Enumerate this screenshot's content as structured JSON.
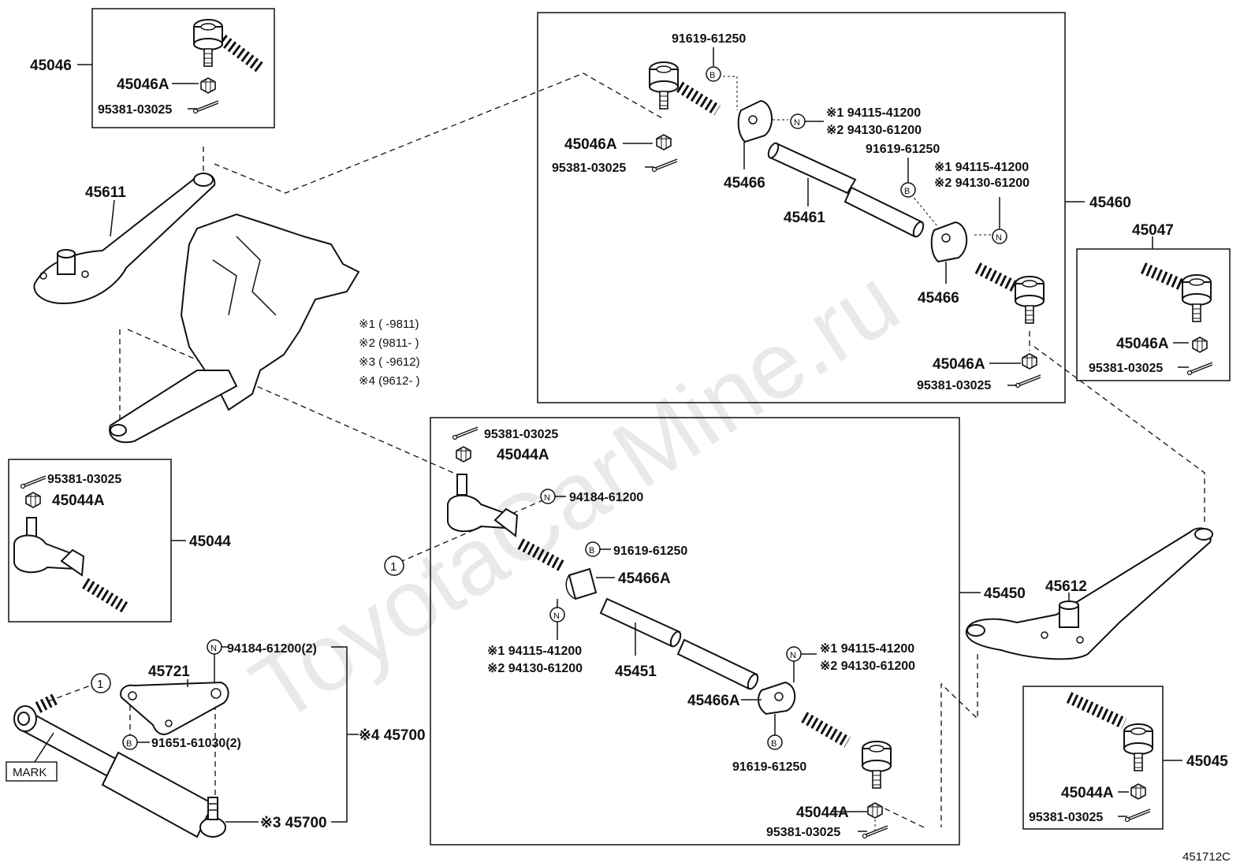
{
  "watermark": "ToyotaCarMine.ru",
  "diagram_code": "451712C",
  "notes": [
    "※1 (      -9811)",
    "※2 (9811-      )",
    "※3 (      -9612)",
    "※4 (9612-      )"
  ],
  "mark_label": "MARK",
  "circle_one": "1",
  "symbols": {
    "b": "B",
    "n": "N"
  },
  "parts": {
    "p45046": "45046",
    "p45046a": "45046A",
    "p95381": "95381-03025",
    "p45611": "45611",
    "p91619": "91619-61250",
    "p45466": "45466",
    "p45461": "45461",
    "p45460": "45460",
    "p45047": "45047",
    "n1_94115": "※1 94115-41200",
    "n2_94130": "※2 94130-61200",
    "p45044": "45044",
    "p45044a": "45044A",
    "p94184": "94184-61200",
    "p45466a": "45466A",
    "p45451": "45451",
    "p45450": "45450",
    "p45612": "45612",
    "p45045": "45045",
    "p94184x2": "94184-61200(2)",
    "p45721": "45721",
    "p91651x2": "91651-61030(2)",
    "p4_45700": "※4 45700",
    "p3_45700": "※3 45700"
  }
}
